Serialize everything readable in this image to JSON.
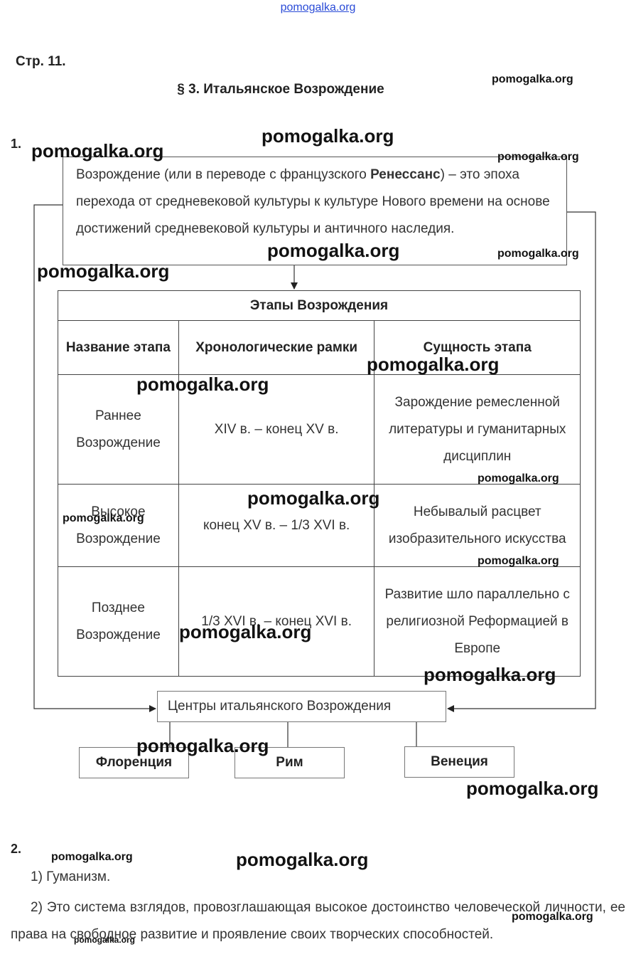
{
  "header": {
    "site_link": "pomogalka.org",
    "page_ref": "Стр. 11.",
    "section_title": "§ 3. Итальянское Возрождение"
  },
  "watermark": "pomogalka.org",
  "task1": {
    "number": "1.",
    "definition": {
      "part1": "Возрождение (или в переводе с французского ",
      "term": "Ренессанс",
      "part2": ") – это эпоха перехода от средневековой культуры к культуре Нового времени на основе достижений средневековой культуры и античного наследия."
    },
    "table": {
      "title": "Этапы Возрождения",
      "headers": [
        "Название этапа",
        "Хронологические рамки",
        "Сущность этапа"
      ],
      "rows": [
        {
          "name": "Раннее Возрождение",
          "period": "XIV в. – конец XV в.",
          "essence": "Зарождение ремесленной литературы и гуманитарных дисциплин"
        },
        {
          "name": "Высокое Возрождение",
          "period": "конец XV в. – 1/3 XVI в.",
          "essence": "Небывалый расцвет изобразительного искусства"
        },
        {
          "name": "Позднее Возрождение",
          "period": "1/3 XVI в. – конец XVI в.",
          "essence": "Развитие шло параллельно с религиозной Реформацией в Европе"
        }
      ]
    },
    "centers_label": "Центры итальянского Возрождения",
    "cities": [
      "Флоренция",
      "Рим",
      "Венеция"
    ]
  },
  "task2": {
    "number": "2.",
    "item1": "1) Гуманизм.",
    "item2": "2) Это система взглядов, провозглашающая высокое достоинство человеческой личности, ее права на свободное развитие и проявление своих творческих способностей."
  }
}
